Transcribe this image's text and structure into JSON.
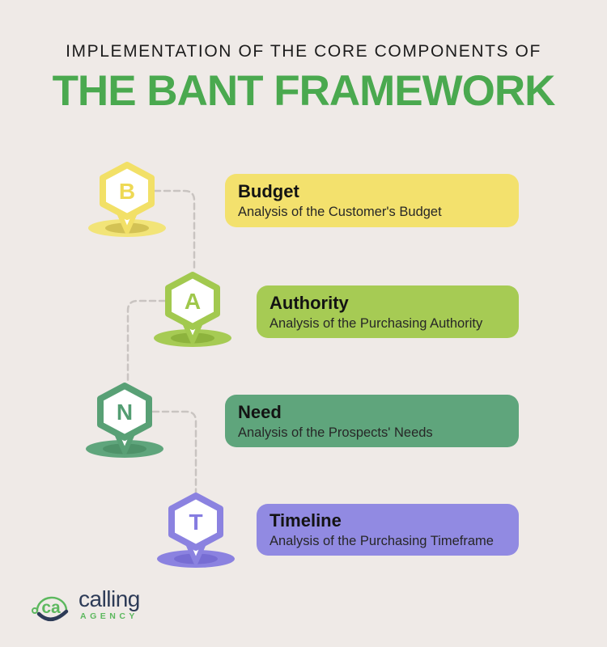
{
  "header": {
    "kicker": "IMPLEMENTATION OF THE CORE COMPONENTS OF",
    "title": "THE BANT FRAMEWORK"
  },
  "items": [
    {
      "letter": "B",
      "title": "Budget",
      "description": "Analysis of the Customer's Budget",
      "colors": {
        "card": "#f3e16d",
        "hex_border": "#f2e067",
        "letter": "#eed955",
        "shadow_outer": "#f2e478",
        "shadow_inner": "#d3c254"
      }
    },
    {
      "letter": "A",
      "title": "Authority",
      "description": "Analysis of the Purchasing Authority",
      "colors": {
        "card": "#a6cb54",
        "hex_border": "#a2c94f",
        "letter": "#9fc74b",
        "shadow_outer": "#a6cb54",
        "shadow_inner": "#8db33d"
      }
    },
    {
      "letter": "N",
      "title": "Need",
      "description": "Analysis of the Prospects' Needs",
      "colors": {
        "card": "#5fa57c",
        "hex_border": "#58a075",
        "letter": "#539d72",
        "shadow_outer": "#5fa57c",
        "shadow_inner": "#4e9269"
      }
    },
    {
      "letter": "T",
      "title": "Timeline",
      "description": "Analysis of the Purchasing Timeframe",
      "colors": {
        "card": "#918ae2",
        "hex_border": "#8b82e0",
        "letter": "#857ce0",
        "shadow_outer": "#8b82e0",
        "shadow_inner": "#776dd3"
      }
    }
  ],
  "footer": {
    "brand": "calling",
    "brand_sub": "AGENCY",
    "icon": "ca-headset-smile-icon",
    "colors": {
      "navy": "#2d3b57",
      "green": "#5cb85e"
    }
  },
  "theme": {
    "background": "#efeae7",
    "kicker_text": "#1c1c1c",
    "headline_green": "#4aa94f",
    "dash": "#c9c4c1",
    "card_title": "#131313",
    "card_subtitle": "#272727"
  }
}
